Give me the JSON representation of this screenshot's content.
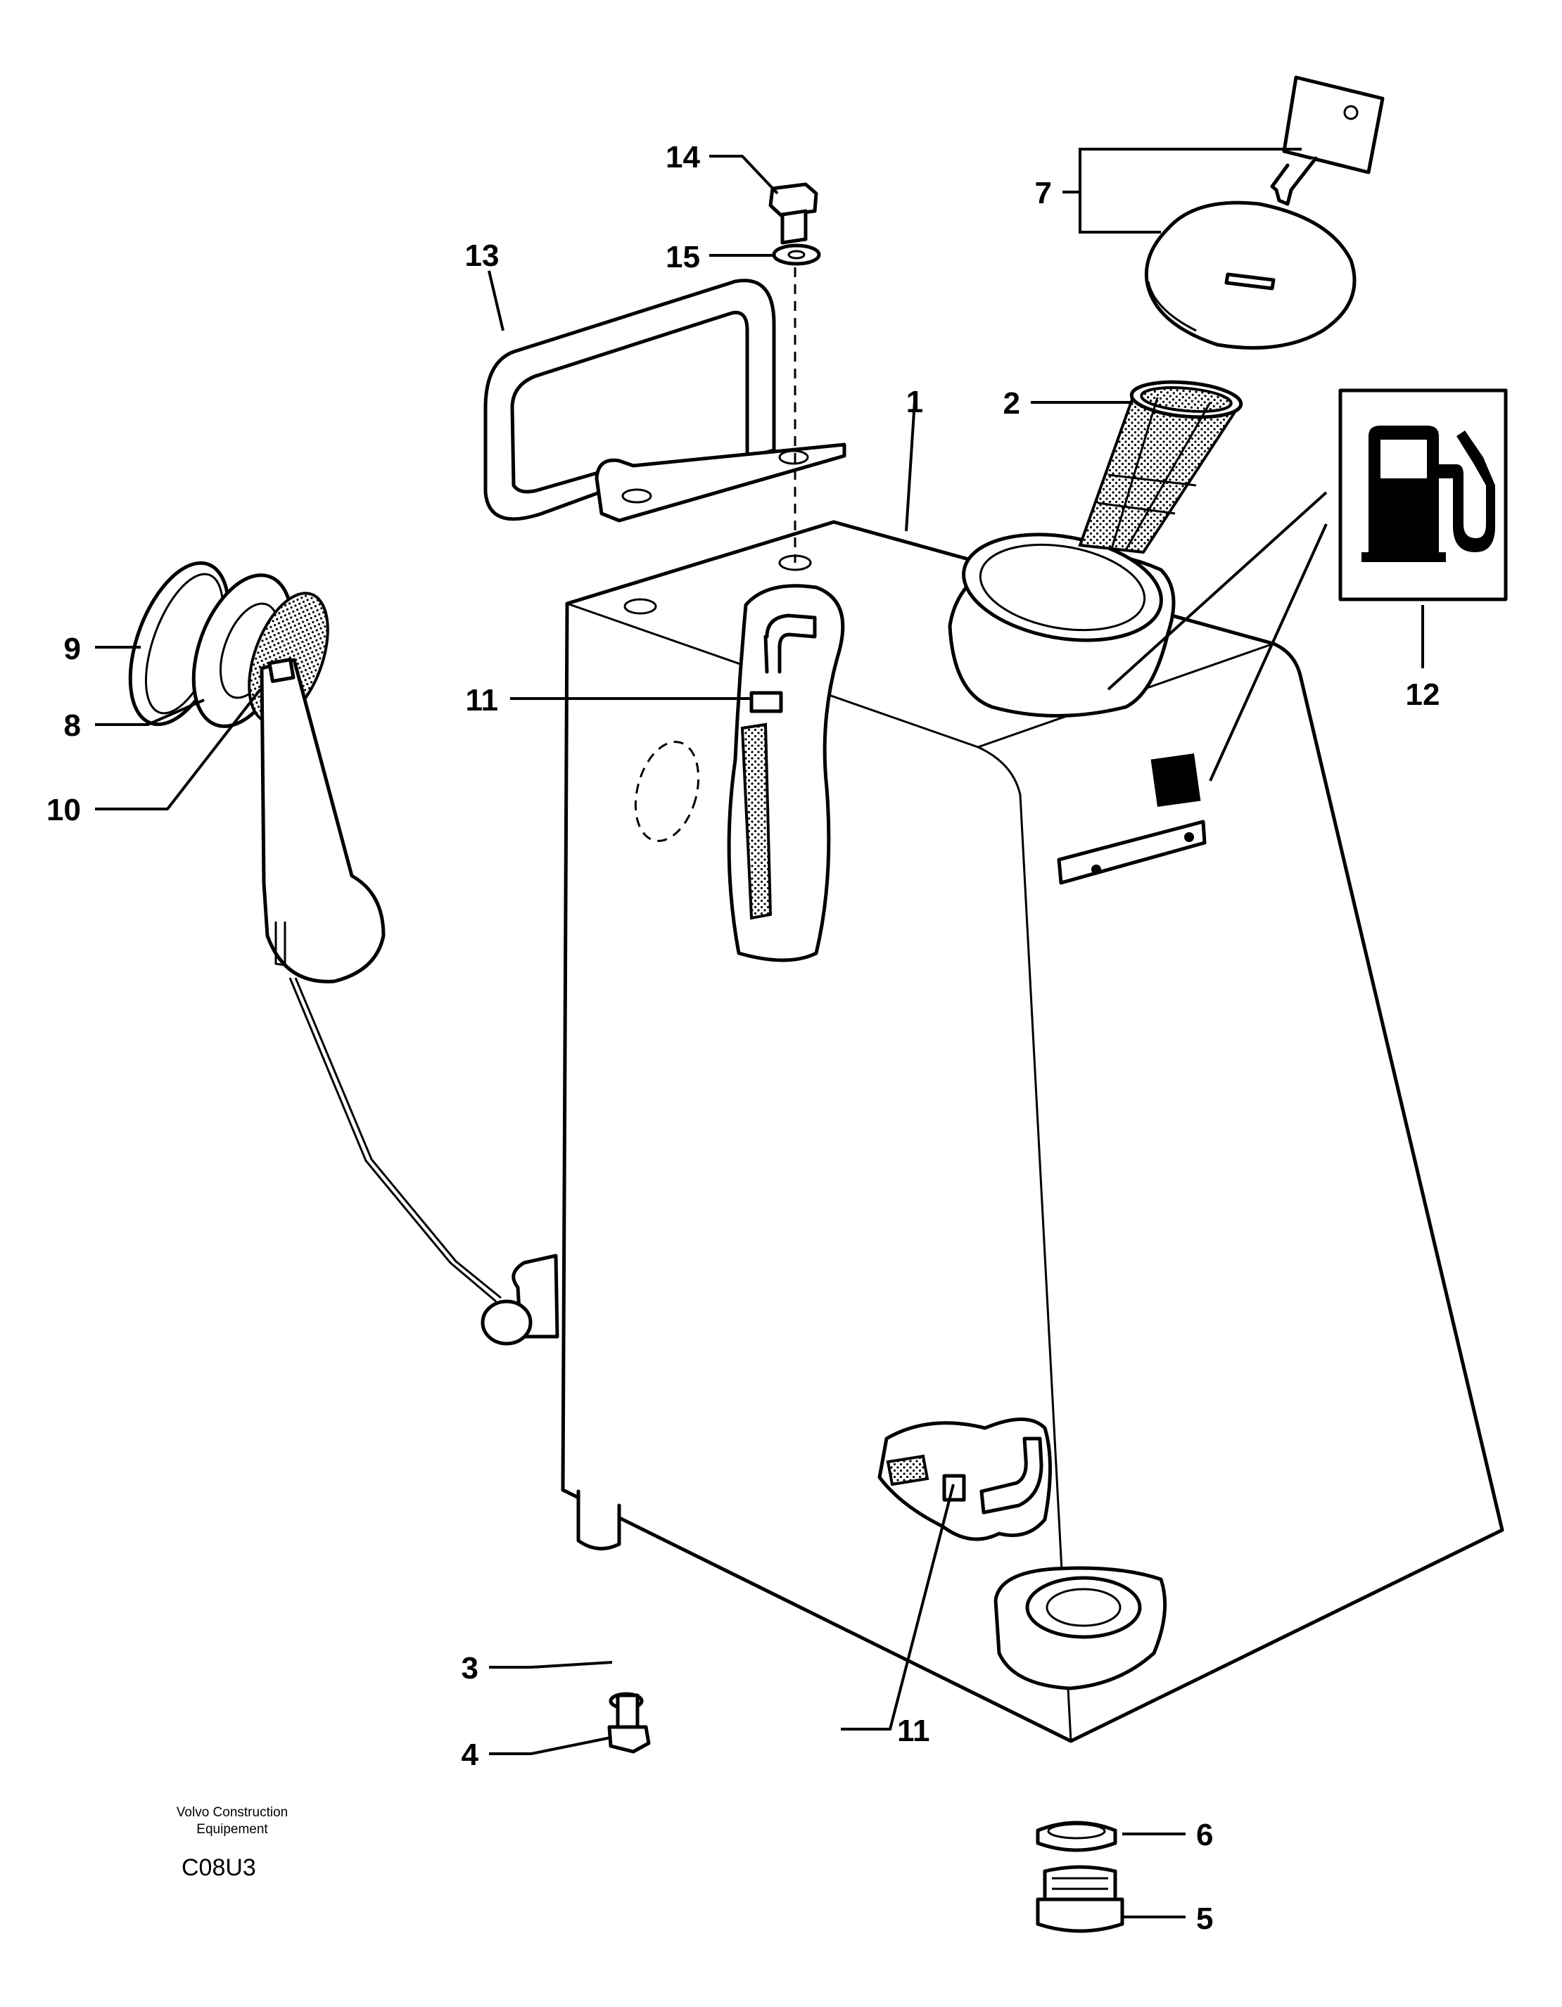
{
  "callouts": [
    {
      "id": "1",
      "label": "1",
      "part": "fuel-tank"
    },
    {
      "id": "2",
      "label": "2",
      "part": "filler-strainer"
    },
    {
      "id": "3",
      "label": "3",
      "part": "drain-washer"
    },
    {
      "id": "4",
      "label": "4",
      "part": "drain-plug"
    },
    {
      "id": "5",
      "label": "5",
      "part": "threaded-plug"
    },
    {
      "id": "6",
      "label": "6",
      "part": "sealing-ring"
    },
    {
      "id": "7",
      "label": "7",
      "part": "locking-filler-cap-with-key"
    },
    {
      "id": "8",
      "label": "8",
      "part": "sender-flange"
    },
    {
      "id": "9",
      "label": "9",
      "part": "retaining-ring"
    },
    {
      "id": "10",
      "label": "10",
      "part": "fuel-level-sender"
    },
    {
      "id": "11a",
      "label": "11",
      "part": "hose-clamp-upper"
    },
    {
      "id": "11b",
      "label": "11",
      "part": "hose-clamp-lower"
    },
    {
      "id": "12",
      "label": "12",
      "part": "fuel-decal"
    },
    {
      "id": "13",
      "label": "13",
      "part": "handle-bracket"
    },
    {
      "id": "14",
      "label": "14",
      "part": "bolt"
    },
    {
      "id": "15",
      "label": "15",
      "part": "washer"
    }
  ],
  "credit": {
    "line1": "Volvo Construction",
    "line2": "Equipement",
    "code": "C08U3"
  }
}
